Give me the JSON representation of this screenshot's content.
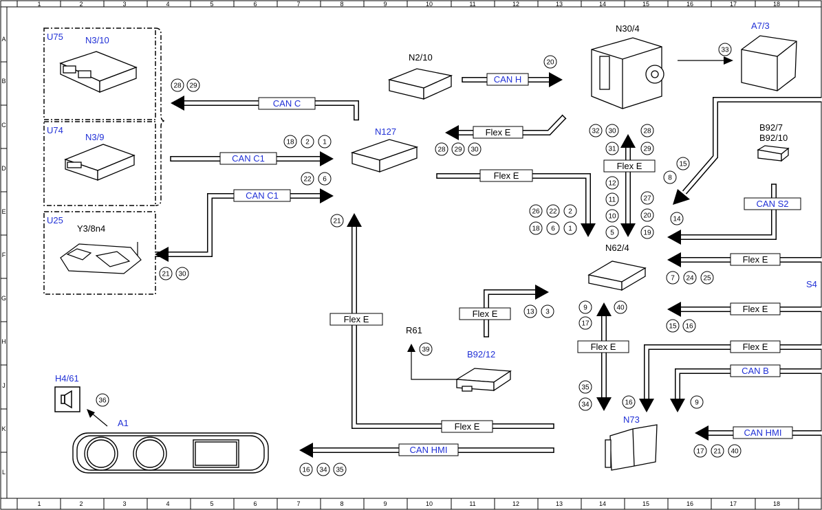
{
  "grid": {
    "columns": [
      "1",
      "2",
      "3",
      "4",
      "5",
      "6",
      "7",
      "8",
      "9",
      "10",
      "11",
      "12",
      "13",
      "14",
      "15",
      "16",
      "17",
      "18"
    ],
    "rows": [
      "A",
      "B",
      "C",
      "D",
      "E",
      "F",
      "G",
      "H",
      "J",
      "K",
      "L"
    ]
  },
  "groups": {
    "u75": "U75",
    "u74": "U74",
    "u25": "U25"
  },
  "components": {
    "n3_10": "N3/10",
    "n3_9": "N3/9",
    "y3_8n4": "Y3/8n4",
    "n2_10": "N2/10",
    "n127": "N127",
    "n30_4": "N30/4",
    "a7_3": "A7/3",
    "b92_7": "B92/7",
    "b92_10": "B92/10",
    "n62_4": "N62/4",
    "r61": "R61",
    "b92_12": "B92/12",
    "h4_61": "H4/61",
    "a1": "A1",
    "n73": "N73",
    "s4": "S4"
  },
  "buses": {
    "can_c": "CAN C",
    "can_c1_top": "CAN C1",
    "can_c1_bottom": "CAN C1",
    "can_h": "CAN H",
    "flex_e_n2": "Flex E",
    "flex_e_n127": "Flex E",
    "flex_e_vert_n62": "Flex E",
    "can_s2": "CAN S2",
    "flex_e_right_f": "Flex E",
    "flex_e_right_g": "Flex E",
    "flex_e_right_h": "Flex E",
    "can_b": "CAN B",
    "can_hmi_right": "CAN HMI",
    "flex_e_vert_left": "Flex E",
    "flex_e_mid_g": "Flex E",
    "flex_e_vert_n73": "Flex E",
    "flex_e_bottom_k": "Flex E",
    "can_hmi_bottom": "CAN HMI"
  },
  "refs": {
    "r28a": "28",
    "r29a": "29",
    "r18a": "18",
    "r2a": "2",
    "r1a": "1",
    "r22a": "22",
    "r6a": "6",
    "r21a": "21",
    "r30a": "30",
    "r20a": "20",
    "r28b": "28",
    "r29b": "29",
    "r30b": "30",
    "r33": "33",
    "r32": "32",
    "r30c": "30",
    "r28c": "28",
    "r31": "31",
    "r29c": "29",
    "r12": "12",
    "r11": "11",
    "r10": "10",
    "r5": "5",
    "r27": "27",
    "r20b": "20",
    "r19": "19",
    "r15a": "15",
    "r8": "8",
    "r26": "26",
    "r22b": "22",
    "r2b": "2",
    "r18b": "18",
    "r6b": "6",
    "r1b": "1",
    "r14": "14",
    "r7": "7",
    "r24": "24",
    "r25": "25",
    "r21b": "21",
    "r13": "13",
    "r3": "3",
    "r9a": "9",
    "r40a": "40",
    "r17a": "17",
    "r15b": "15",
    "r16a": "16",
    "r39": "39",
    "r35a": "35",
    "r34a": "34",
    "r16b": "16",
    "r9b": "9",
    "r36": "36",
    "r17b": "17",
    "r21c": "21",
    "r40b": "40",
    "r16c": "16",
    "r34b": "34",
    "r35b": "35"
  }
}
